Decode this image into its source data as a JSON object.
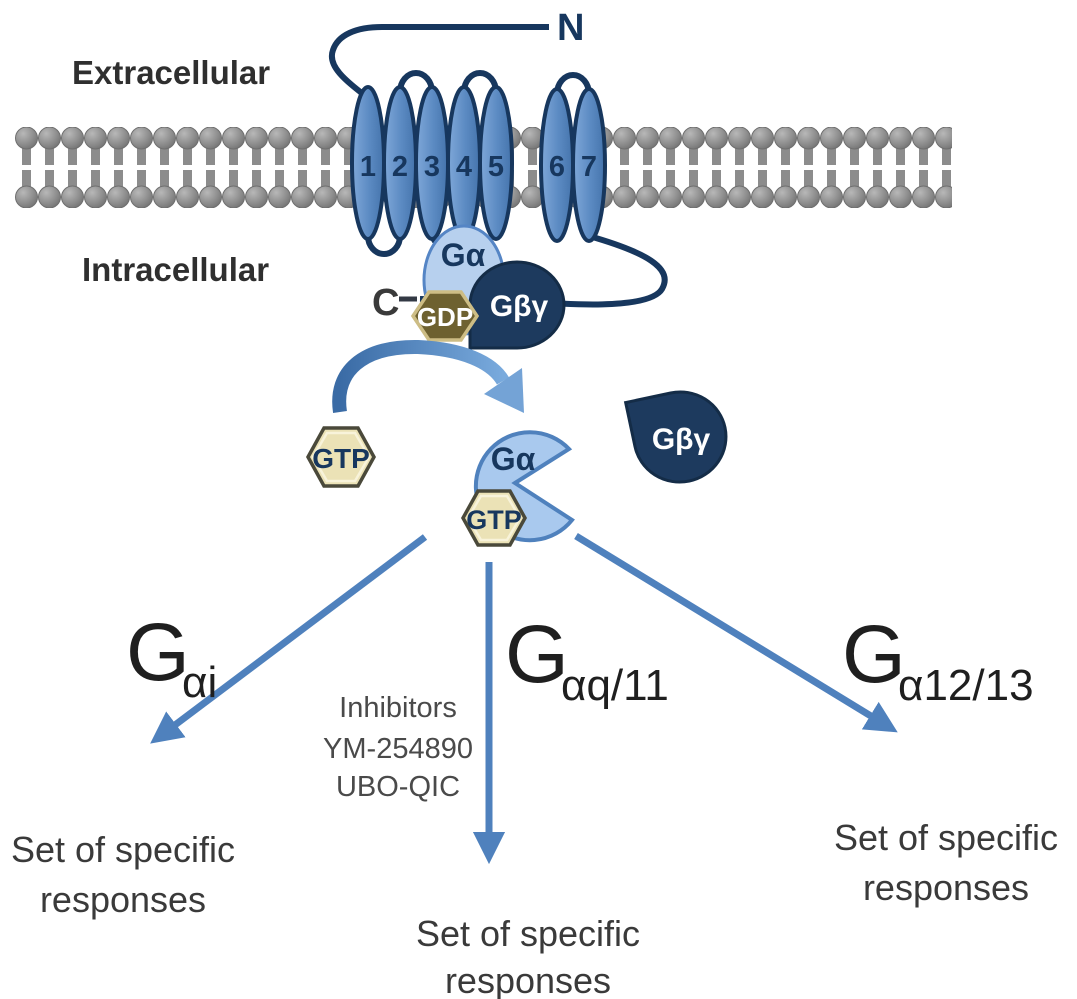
{
  "figure": {
    "region_labels": {
      "extracellular": "Extracellular",
      "intracellular": "Intracellular"
    },
    "receptor": {
      "n_terminus": "N",
      "c_terminus": "C",
      "helix_numbers": [
        "1",
        "2",
        "3",
        "4",
        "5",
        "6",
        "7"
      ]
    },
    "inactive_complex": {
      "g_alpha": "Gα",
      "gdp": "GDP",
      "g_beta_gamma": "Gβγ"
    },
    "active_state": {
      "free_gtp": "GTP",
      "g_alpha": "Gα",
      "bound_gtp": "GTP",
      "free_g_beta_gamma": "Gβγ"
    },
    "pathways": {
      "gi": {
        "base": "G",
        "sub": "αi"
      },
      "gq11": {
        "base": "G",
        "sub": "αq/11"
      },
      "g1213": {
        "base": "G",
        "sub": "α12/13"
      },
      "inhibitors": [
        "Inhibitors",
        "YM-254890",
        "UBO-QIC"
      ],
      "responses": {
        "left": [
          "Set of specific",
          "responses"
        ],
        "middle": [
          "Set of specific",
          "responses"
        ],
        "right": [
          "Set of specific",
          "responses"
        ]
      }
    },
    "colors": {
      "helix_blue": "#4f81bd",
      "dark_navy": "#17375e",
      "light_blue": "#aecbec",
      "membrane_gray": "#8c8c8c",
      "gdp_olive": "#6e6130",
      "gtp_tan": "#ebe2b6",
      "arrow_blue": "#4f81bd",
      "text_dark": "#3a3a3a"
    }
  }
}
